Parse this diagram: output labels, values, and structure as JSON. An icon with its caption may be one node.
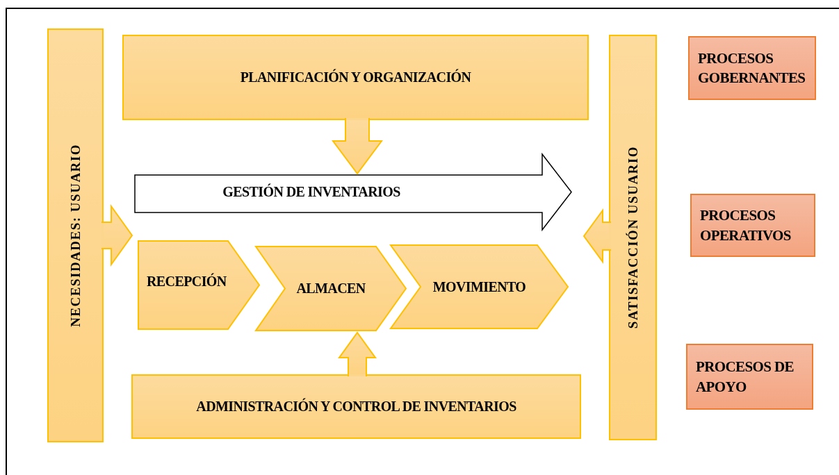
{
  "diagram": {
    "nodes": [
      {
        "text": [
          "NECESIDADES: USUARIO"
        ]
      },
      {
        "text": [
          "PLANIFICACIÓN Y ORGANIZACIÓN"
        ]
      },
      {
        "text": [
          "GESTIÓN DE INVENTARIOS"
        ]
      },
      {
        "text": [
          "RECEPCIÓN"
        ]
      },
      {
        "text": [
          "ALMACEN"
        ]
      },
      {
        "text": [
          "MOVIMIENTO"
        ]
      },
      {
        "text": [
          "ADMINISTRACIÓN Y CONTROL DE INVENTARIOS"
        ]
      },
      {
        "text": [
          "SATISFACCIÓN USUARIO"
        ]
      },
      {
        "text": [
          "PROCESOS GOBERNANTES"
        ]
      },
      {
        "text": [
          "PROCESOS OPERATIVOS"
        ]
      },
      {
        "text": [
          "PROCESOS DE APOYO"
        ]
      }
    ],
    "edges": [
      {
        "from": 1,
        "to": 2,
        "arrow": "to"
      },
      {
        "from": 6,
        "to": 4,
        "arrow": "to"
      },
      {
        "from": 0,
        "to": null,
        "arrow": "to"
      },
      {
        "from": 7,
        "to": null,
        "arrow": "to"
      }
    ]
  }
}
